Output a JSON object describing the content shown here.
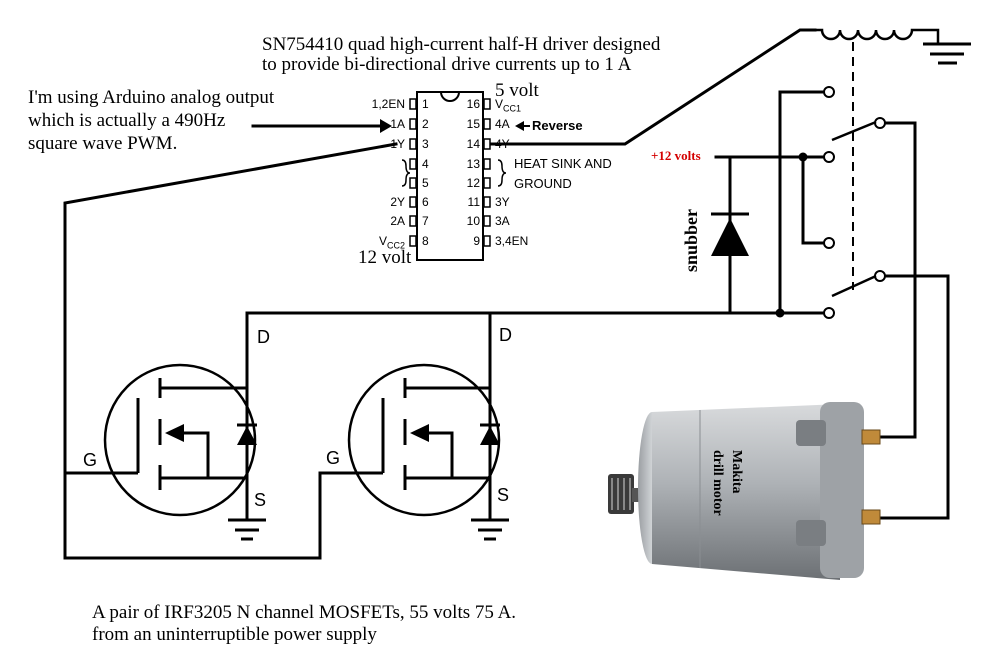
{
  "notes": {
    "driver_line1": "SN754410 quad high-current half-H driver designed",
    "driver_line2": "to provide bi-directional drive currents up to 1 A",
    "arduino_line1": "I'm using Arduino analog output",
    "arduino_line2": "which is actually a 490Hz",
    "arduino_line3": "square wave PWM.",
    "mosfet_line1": "A pair of IRF3205 N channel MOSFETs, 55 volts 75 A.",
    "mosfet_line2": "from an uninterruptible power supply",
    "vcc1_volt": "5 volt",
    "vcc2_volt": "12 volt",
    "supply": "+12 volts",
    "snubber": "snubber",
    "motor_line1": "Makita",
    "motor_line2": "drill motor",
    "reverse": "Reverse",
    "heatsink_line1": "HEAT SINK AND",
    "heatsink_line2": "GROUND"
  },
  "chip": {
    "left_pins": [
      {
        "num": "1",
        "label": "1,2EN"
      },
      {
        "num": "2",
        "label": "1A"
      },
      {
        "num": "3",
        "label": "1Y"
      },
      {
        "num": "4",
        "label": ""
      },
      {
        "num": "5",
        "label": ""
      },
      {
        "num": "6",
        "label": "2Y"
      },
      {
        "num": "7",
        "label": "2A"
      },
      {
        "num": "8",
        "label": "V",
        "sub": "CC2"
      }
    ],
    "right_pins": [
      {
        "num": "16",
        "label": "V",
        "sub": "CC1"
      },
      {
        "num": "15",
        "label": "4A"
      },
      {
        "num": "14",
        "label": "4Y"
      },
      {
        "num": "13",
        "label": ""
      },
      {
        "num": "12",
        "label": ""
      },
      {
        "num": "11",
        "label": "3Y"
      },
      {
        "num": "10",
        "label": "3A"
      },
      {
        "num": "9",
        "label": "3,4EN"
      }
    ]
  },
  "mosfets": [
    {
      "gate": "G",
      "drain": "D",
      "source": "S"
    },
    {
      "gate": "G",
      "drain": "D",
      "source": "S"
    }
  ],
  "colors": {
    "wire": "#000000",
    "supply_label": "#d40000",
    "motor_body": "#b4b8bc",
    "motor_dark": "#6e7276"
  }
}
